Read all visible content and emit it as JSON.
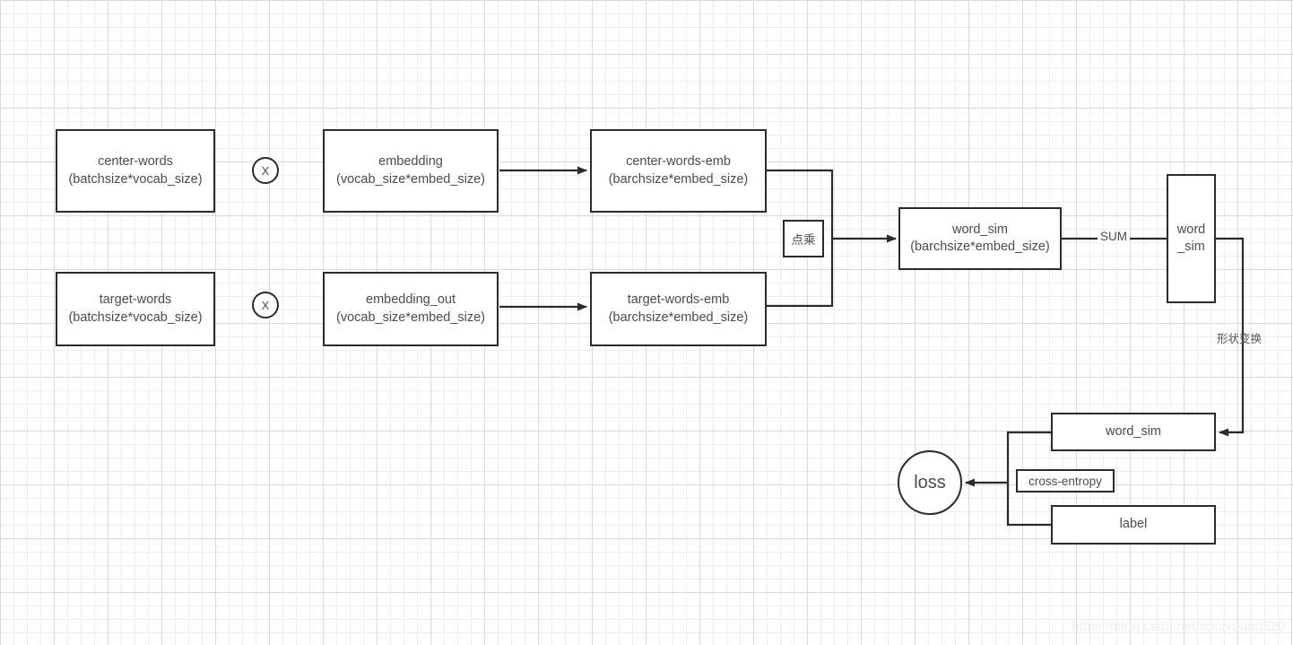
{
  "diagram": {
    "title": "word2vec skip-gram computation graph",
    "background_color": "#ffffff",
    "grid_minor_color": "#ededed",
    "grid_major_color": "#d9d9d9",
    "stroke_color": "#2b2b2b",
    "text_color": "#4b4b4b",
    "nodes": {
      "center_words": {
        "line1": "center-words",
        "line2": "(batchsize*vocab_size)"
      },
      "target_words": {
        "line1": "target-words",
        "line2": "(batchsize*vocab_size)"
      },
      "embedding": {
        "line1": "embedding",
        "line2": "(vocab_size*embed_size)"
      },
      "embedding_out": {
        "line1": "embedding_out",
        "line2": "(vocab_size*embed_size)"
      },
      "center_words_emb": {
        "line1": "center-words-emb",
        "line2": "(barchsize*embed_size)"
      },
      "target_words_emb": {
        "line1": "target-words-emb",
        "line2": "(barchsize*embed_size)"
      },
      "word_sim_main": {
        "line1": "word_sim",
        "line2": "(barchsize*embed_size)"
      },
      "word_sim_tall": {
        "line1": "word",
        "line2": "_sim"
      },
      "word_sim_lower": {
        "line1": "word_sim",
        "line2": ""
      },
      "label_box": {
        "line1": "label",
        "line2": ""
      }
    },
    "operators": {
      "multiply_top": "X",
      "multiply_bottom": "X",
      "dot_product": "点乘",
      "sum": "SUM",
      "reshape": "形状变换",
      "cross_entropy": "cross-entropy",
      "loss": "loss"
    },
    "watermark": "https://blog.csdn.net/coolyoung520"
  }
}
